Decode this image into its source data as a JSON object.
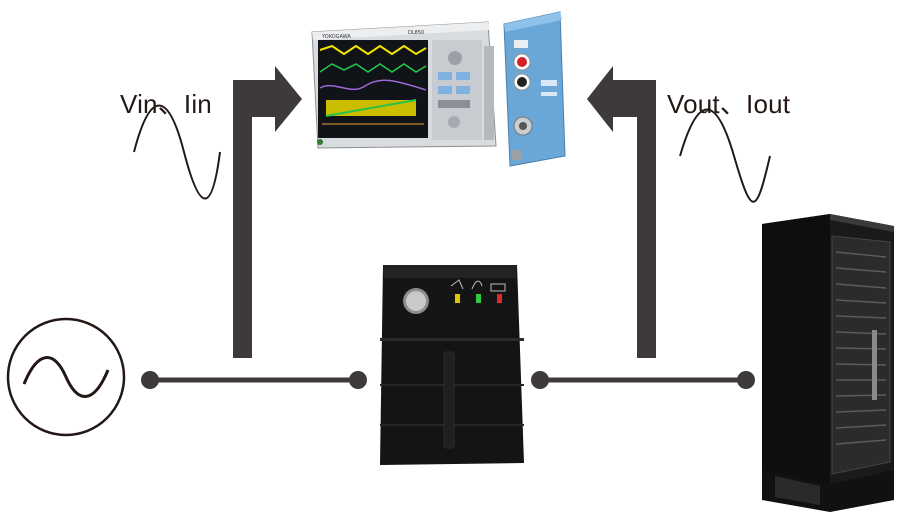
{
  "labels": {
    "input": "Vin、Iin",
    "output": "Vout、Iout"
  },
  "instrument": {
    "brand": "YOKOGAWA",
    "model": "DL850"
  },
  "colors": {
    "arrow": "#3e3a39",
    "line": "#3e3a39",
    "wave": "#231815",
    "device_body": "#141414",
    "module_blue": "#6aa7d6",
    "trace_yellow": "#f2e400",
    "trace_green": "#27c24a",
    "trace_orange": "#f0a030",
    "led_yellow": "#e2c400",
    "led_green": "#2ecc40",
    "led_red": "#e0282a"
  },
  "icons": {
    "source": "ac-source-icon",
    "input_wave": "sine-wave-icon",
    "output_wave": "sine-wave-icon",
    "recorder": "scope-recorder-icon",
    "module": "measurement-module-icon",
    "ups": "ups-device-icon",
    "server": "server-rack-icon"
  }
}
